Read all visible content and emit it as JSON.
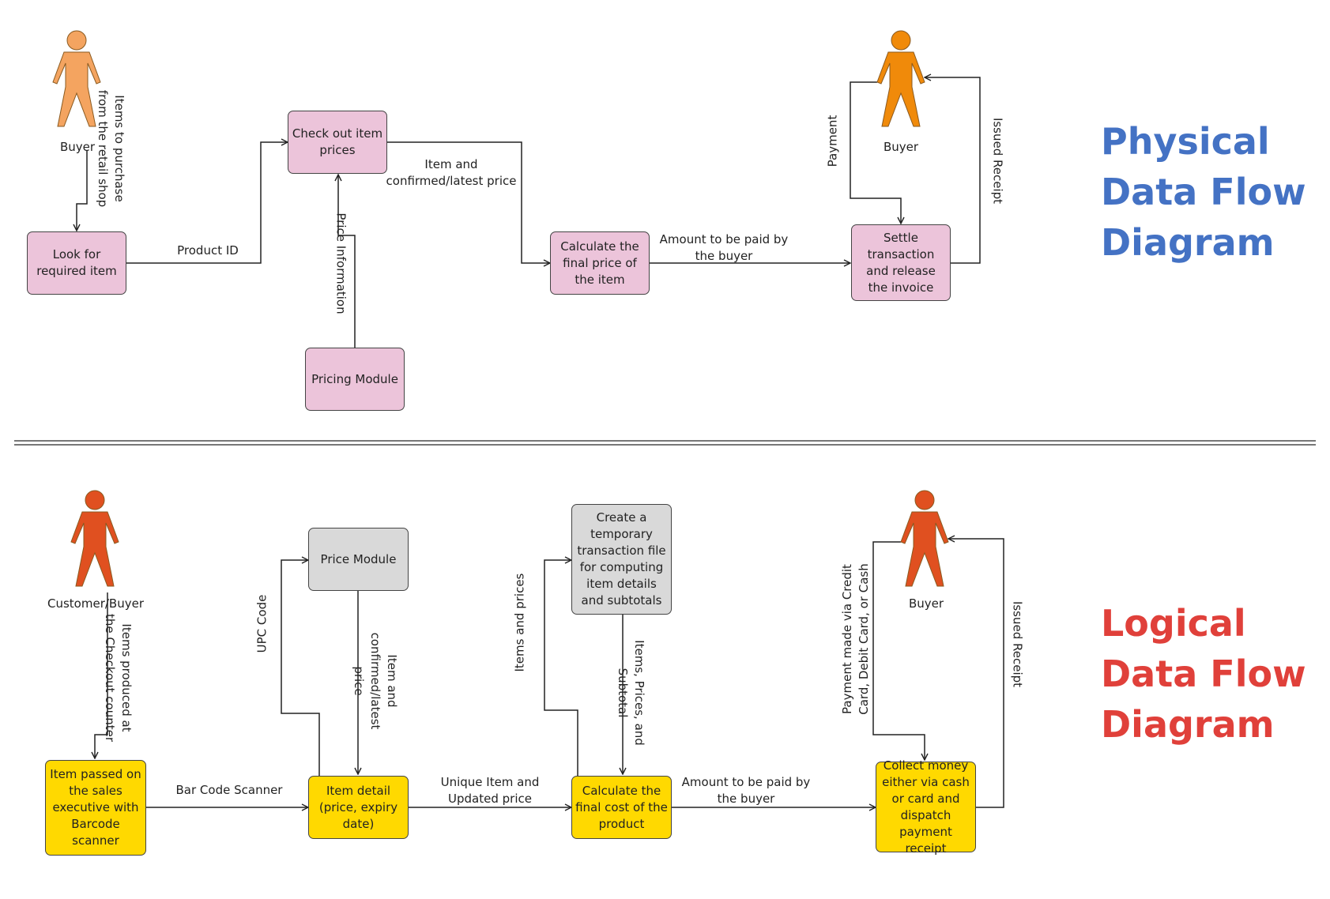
{
  "physical": {
    "title_lines": [
      "Physical",
      "Data Flow",
      "Diagram"
    ],
    "title_color": "#4472c4",
    "buyer_left_label": "Buyer",
    "buyer_right_label": "Buyer",
    "buyer_left_color": "#f4a460",
    "buyer_right_color": "#f08a0a",
    "nodes": {
      "look_for": "Look for required item",
      "check_out": "Check out item prices",
      "pricing_module": "Pricing Module",
      "calculate": "Calculate the final price of the item",
      "settle": "Settle transaction and release the invoice"
    },
    "edges": {
      "items_to_purchase": "Items to purchase from the retail shop",
      "product_id": "Product ID",
      "price_information": "Price Information",
      "item_confirmed": "Item and confirmed/latest price",
      "amount_paid": "Amount to be paid by the buyer",
      "payment": "Payment",
      "issued_receipt": "Issued Receipt"
    }
  },
  "logical": {
    "title_lines": [
      "Logical",
      "Data Flow",
      "Diagram"
    ],
    "title_color": "#e0403a",
    "buyer_left_label": "Customer/Buyer",
    "buyer_right_label": "Buyer",
    "person_color": "#e05020",
    "nodes": {
      "item_passed": "Item passed on the sales executive with Barcode scanner",
      "price_module": "Price Module",
      "item_detail": "Item detail (price, expiry date)",
      "temp_file": "Create a temporary transaction file for computing item details and subtotals",
      "calculate": "Calculate the final cost of the product",
      "collect": "Collect money either via cash or card and dispatch payment receipt"
    },
    "edges": {
      "items_produced": "Items produced at the Checkout counter",
      "bar_code": "Bar Code Scanner",
      "upc_code": "UPC Code",
      "item_confirmed": "Item and confirmed/latest price",
      "unique_item": "Unique Item and Updated price",
      "items_and_prices": "Items and prices",
      "items_prices_subtotal": "Items, Prices, and Subtotal",
      "amount_paid": "Amount to be paid by the buyer",
      "payment_made": "Payment made via Credit Card, Debit Card, or Cash",
      "issued_receipt": "Issued Receipt"
    }
  }
}
